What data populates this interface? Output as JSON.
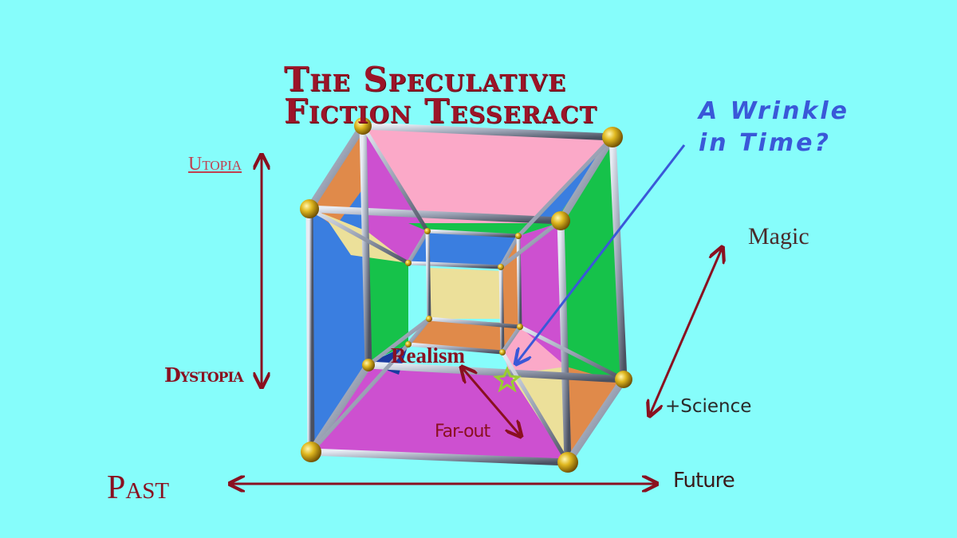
{
  "title": {
    "line1": "The Speculative",
    "line2": "Fiction Tesseract"
  },
  "axes": {
    "vertical": {
      "top": "Utopia",
      "bottom": "Dystopia"
    },
    "horizontal": {
      "left": "Past",
      "right": "Future"
    },
    "diagonal": {
      "top": "Magic",
      "bottom": "+Science"
    },
    "depth": {
      "front": "Realism",
      "back": "Far-out"
    }
  },
  "annotation": {
    "line1": "A Wrinkle",
    "line2": "in Time?"
  },
  "colors": {
    "background": "#86fdfb",
    "arrow_dark_red": "#8a1020",
    "annotation_blue": "#3a58d8",
    "face_pink": "#fba9c8",
    "face_magenta": "#cd50d0",
    "face_blue": "#3a7ee0",
    "face_green": "#16c24a",
    "face_orange": "#e08a4a",
    "face_yellow": "#ece09a",
    "star_marker": "#9acd32"
  }
}
